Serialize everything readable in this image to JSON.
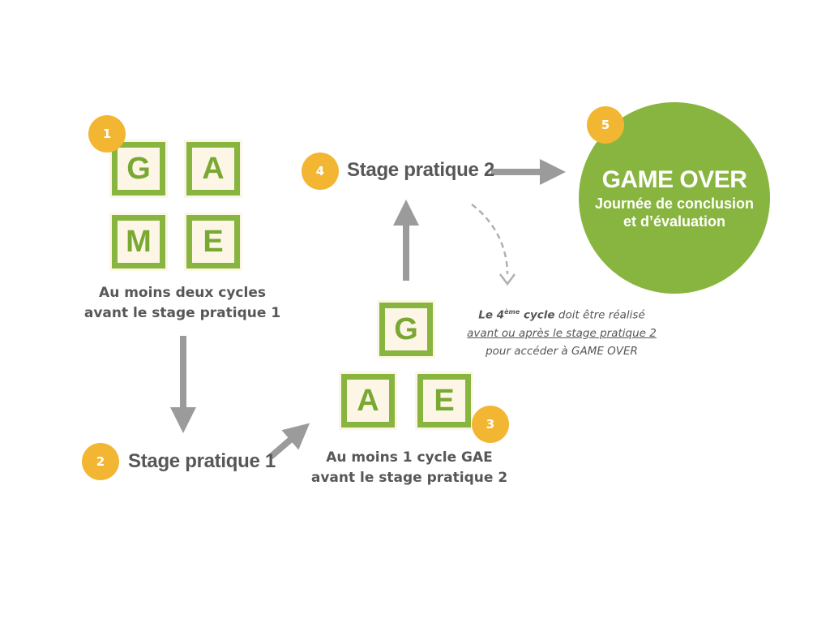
{
  "tiles_top": [
    "G",
    "A",
    "M",
    "E"
  ],
  "tiles_mid": [
    "G",
    "A",
    "E"
  ],
  "badges": [
    "1",
    "2",
    "3",
    "4",
    "5"
  ],
  "captions": {
    "game_line1": "Au moins deux cycles",
    "game_line2": "avant le stage pratique 1",
    "gae_line1": "Au moins 1 cycle GAE",
    "gae_line2": "avant le stage pratique 2"
  },
  "stages": {
    "stage1": "Stage pratique 1",
    "stage2": "Stage pratique 2"
  },
  "note": {
    "lead": "Le 4",
    "sup": "ème",
    "cycle": " cycle",
    "rest": " doit être réalisé",
    "line2": "avant ou après le stage pratique 2",
    "line3": "pour accéder à GAME OVER"
  },
  "final": {
    "title": "GAME OVER",
    "line1": "Journée de conclusion",
    "line2": "et d’évaluation"
  },
  "colors": {
    "green": "#88b53f",
    "orange": "#f2b632",
    "arrow": "#9b9b9b",
    "text": "#575757"
  }
}
